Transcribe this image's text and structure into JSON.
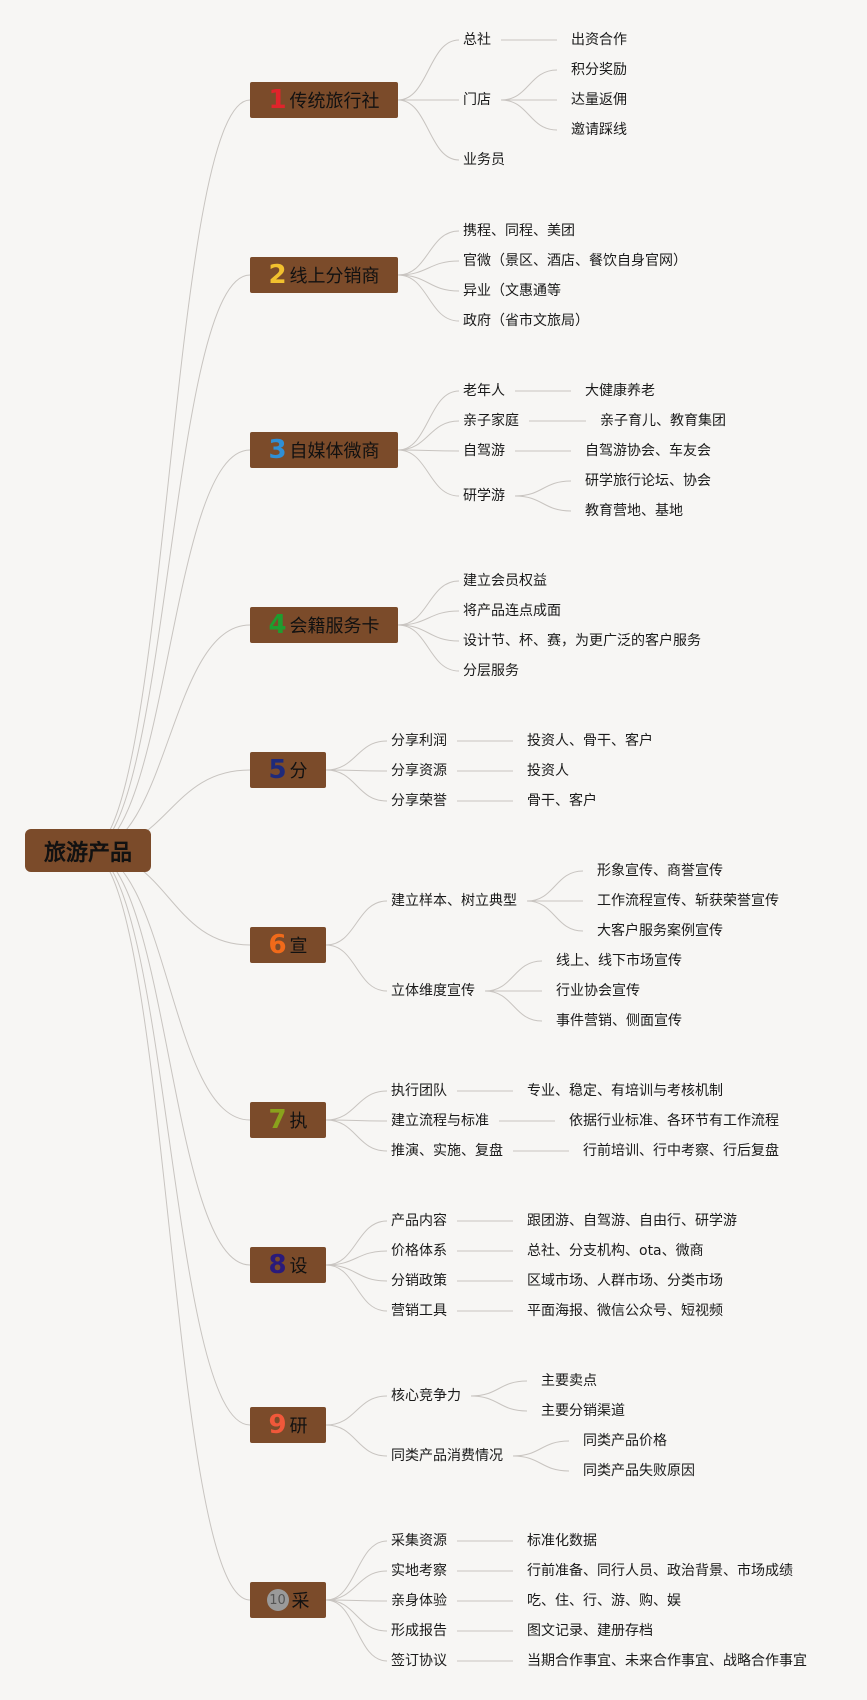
{
  "root": "旅游产品",
  "branches": [
    {
      "num": "1",
      "numColor": "#e0242b",
      "label": "传统旅行社",
      "children": [
        {
          "label": "总社",
          "children": [
            "出资合作"
          ]
        },
        {
          "label": "门店",
          "children": [
            "积分奖励",
            "达量返佣",
            "邀请踩线"
          ]
        },
        {
          "label": "业务员",
          "children": []
        }
      ]
    },
    {
      "num": "2",
      "numColor": "#f2c12e",
      "label": "线上分销商",
      "children": [
        {
          "label": "携程、同程、美团",
          "children": []
        },
        {
          "label": "官微（景区、酒店、餐饮自身官网）",
          "children": []
        },
        {
          "label": "异业（文惠通等",
          "children": []
        },
        {
          "label": "政府（省市文旅局）",
          "children": []
        }
      ]
    },
    {
      "num": "3",
      "numColor": "#2f8fd6",
      "label": "自媒体微商",
      "children": [
        {
          "label": "老年人",
          "children": [
            "大健康养老"
          ]
        },
        {
          "label": "亲子家庭",
          "children": [
            "亲子育儿、教育集团"
          ]
        },
        {
          "label": "自驾游",
          "children": [
            "自驾游协会、车友会"
          ]
        },
        {
          "label": "研学游",
          "children": [
            "研学旅行论坛、协会",
            "教育营地、基地"
          ]
        }
      ]
    },
    {
      "num": "4",
      "numColor": "#1f9c2f",
      "label": "会籍服务卡",
      "children": [
        {
          "label": "建立会员权益",
          "children": []
        },
        {
          "label": "将产品连点成面",
          "children": []
        },
        {
          "label": "设计节、杯、赛，为更广泛的客户服务",
          "children": []
        },
        {
          "label": "分层服务",
          "children": []
        }
      ]
    },
    {
      "num": "5",
      "numColor": "#1f2a7a",
      "label": "分",
      "children": [
        {
          "label": "分享利润",
          "children": [
            "投资人、骨干、客户"
          ]
        },
        {
          "label": "分享资源",
          "children": [
            "投资人"
          ]
        },
        {
          "label": "分享荣誉",
          "children": [
            "骨干、客户"
          ]
        }
      ]
    },
    {
      "num": "6",
      "numColor": "#f06a1a",
      "label": "宣",
      "children": [
        {
          "label": "建立样本、树立典型",
          "children": [
            "形象宣传、商誉宣传",
            "工作流程宣传、斩获荣誉宣传",
            "大客户服务案例宣传"
          ]
        },
        {
          "label": "立体维度宣传",
          "children": [
            "线上、线下市场宣传",
            "行业协会宣传",
            "事件营销、侧面宣传"
          ]
        }
      ]
    },
    {
      "num": "7",
      "numColor": "#8aa21c",
      "label": "执",
      "children": [
        {
          "label": "执行团队",
          "children": [
            "专业、稳定、有培训与考核机制"
          ]
        },
        {
          "label": "建立流程与标准",
          "children": [
            "依据行业标准、各环节有工作流程"
          ]
        },
        {
          "label": "推演、实施、复盘",
          "children": [
            "行前培训、行中考察、行后复盘"
          ]
        }
      ]
    },
    {
      "num": "8",
      "numColor": "#2a1a7a",
      "label": "设",
      "children": [
        {
          "label": "产品内容",
          "children": [
            "跟团游、自驾游、自由行、研学游"
          ]
        },
        {
          "label": "价格体系",
          "children": [
            "总社、分支机构、ota、微商"
          ]
        },
        {
          "label": "分销政策",
          "children": [
            "区域市场、人群市场、分类市场"
          ]
        },
        {
          "label": "营销工具",
          "children": [
            "平面海报、微信公众号、短视频"
          ]
        }
      ]
    },
    {
      "num": "9",
      "numColor": "#f0583a",
      "label": "研",
      "children": [
        {
          "label": "核心竞争力",
          "children": [
            "主要卖点",
            "主要分销渠道"
          ]
        },
        {
          "label": "同类产品消费情况",
          "children": [
            "同类产品价格",
            "同类产品失败原因"
          ]
        }
      ]
    },
    {
      "num": "10",
      "numColor": "#9a9a9a",
      "label": "采",
      "children": [
        {
          "label": "采集资源",
          "children": [
            "标准化数据"
          ]
        },
        {
          "label": "实地考察",
          "children": [
            "行前准备、同行人员、政治背景、市场成绩"
          ]
        },
        {
          "label": "亲身体验",
          "children": [
            "吃、住、行、游、购、娱"
          ]
        },
        {
          "label": "形成报告",
          "children": [
            "图文记录、建册存档"
          ]
        },
        {
          "label": "签订协议",
          "children": [
            "当期合作事宜、未来合作事宜、战略合作事宜"
          ]
        }
      ]
    }
  ]
}
